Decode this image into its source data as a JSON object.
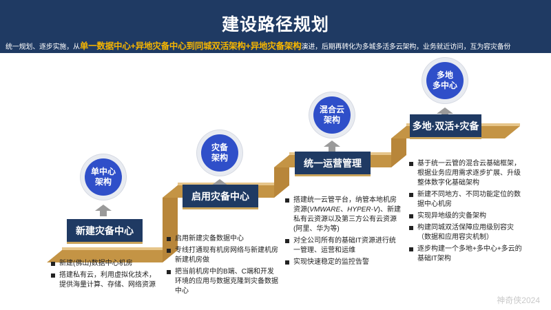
{
  "title": "建设路径规划",
  "subtitle": {
    "prefix": "统一规划、逐步实施，从",
    "highlight": "单一数据中心+异地灾备中心到同城双活架构+异地灾备架构",
    "suffix": "演进，后期再转化为多城多活多云架构，业务就近访问，互为容灾备份"
  },
  "colors": {
    "navy": "#1f3a63",
    "blue": "#2f4fc9",
    "gold": "#f7b600",
    "stair": "#d9b26a"
  },
  "stages": [
    {
      "circle_lines": [
        "单中心",
        "架构"
      ],
      "label": "新建灾备中心",
      "items": [
        "新建(佛山)数据中心机房",
        "搭建私有云，利用虚拟化技术，提供海量计算、存储、网络资源"
      ]
    },
    {
      "circle_lines": [
        "灾备",
        "架构"
      ],
      "label": "启用灾备中心",
      "items": [
        "启用新建灾备数据中心",
        "专线打通现有机房网络与新建机房新建机房做",
        "把当前机房中的B端、C端和开发环境的应用与数据克隆到灾备数据中心"
      ]
    },
    {
      "circle_lines": [
        "混合云",
        "架构"
      ],
      "label": "统一运营管理",
      "items": [
        "搭建统一云管平台，纳管本地机房资源(VMWARE、HYPER-V)、新建私有云资源以及第三方公有云资源(阿里、华为等)",
        "对全公司所有的基础IT资源进行统一管理、运营和运维",
        "实现快速稳定的监控告警"
      ]
    },
    {
      "circle_lines": [
        "多地",
        "多中心"
      ],
      "label": "多地·双活+灾备",
      "items": [
        "基于统一云管的混合云基础框架，根据业务应用需求逐步扩展、升级整体数字化基础架构",
        "新建不同地方、不同功能定位的数据中心机房",
        "实现异地级的灾备架构",
        "构建同城双活保障应用级别容灾（数据和应用容灾机制）",
        "逐步构建一个多地+多中心+多云的基础IT架构"
      ]
    }
  ],
  "watermark": "神奇侠2024"
}
